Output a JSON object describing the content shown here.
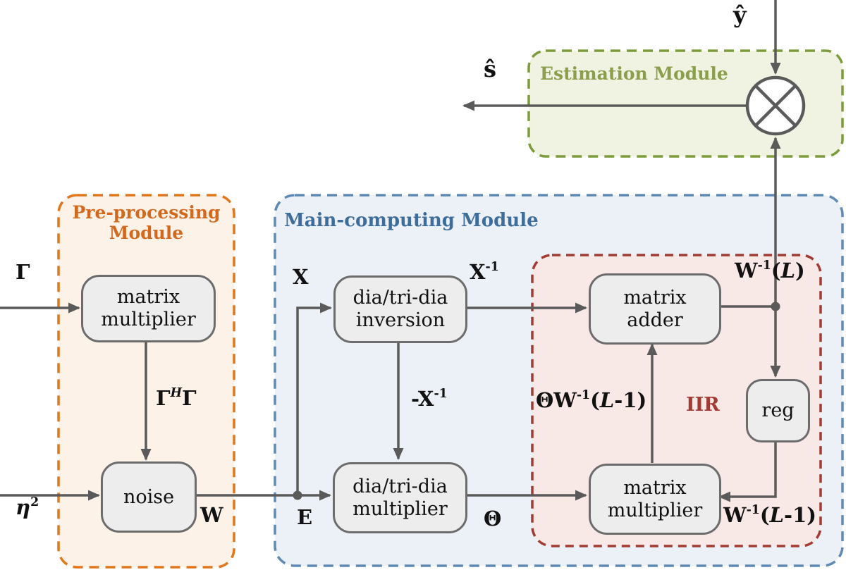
{
  "modules": {
    "preprocessing": {
      "title_lines": [
        "Pre-processing",
        "Module"
      ]
    },
    "main_computing": {
      "title": "Main-computing Module"
    },
    "estimation": {
      "title": "Estimation Module"
    },
    "iir": {
      "label": "IIR"
    }
  },
  "blocks": {
    "pre_matrix_multiplier": {
      "lines": [
        "matrix",
        "multiplier"
      ]
    },
    "noise": {
      "label": "noise"
    },
    "dia_tri_dia_inversion": {
      "lines": [
        "dia/tri-dia",
        "inversion"
      ]
    },
    "dia_tri_dia_multiplier": {
      "lines": [
        "dia/tri-dia",
        "multiplier"
      ]
    },
    "matrix_adder": {
      "lines": [
        "matrix",
        "adder"
      ]
    },
    "reg": {
      "label": "reg"
    },
    "iir_matrix_multiplier": {
      "lines": [
        "matrix",
        "multiplier"
      ]
    }
  },
  "signals": {
    "y_hat": "ŷ",
    "s_hat": "ŝ",
    "gamma_in": "Γ",
    "eta_squared": "<i>η</i><sup>2</sup>",
    "gamma_h_gamma": "Γ<sup><i>H</i></sup>Γ",
    "w_out": "W",
    "x_in": "X",
    "x_inverse": "X<sup>-1</sup>",
    "neg_x_inverse": "-X<sup>-1</sup>",
    "e_branch": "E",
    "theta": "Θ",
    "theta_w_inv_l_minus_1": "ΘW<sup>-1</sup>(<i>L</i>-1)",
    "w_inv_l": "W<sup>-1</sup>(<i>L</i>)",
    "w_inv_l_minus_1": "W<sup>-1</sup>(<i>L</i>-1)"
  },
  "colors": {
    "preprocessing_border": "#e0771c",
    "preprocessing_fill": "#fcf2e7",
    "preprocessing_title": "#d2691f",
    "main_border": "#5e8ab4",
    "main_fill": "#ecf1f7",
    "main_title": "#3d6d9c",
    "estimation_border": "#7c9b3b",
    "estimation_fill": "#f0f3e1",
    "estimation_title": "#8a9e4b",
    "iir_border": "#a23b33",
    "iir_fill": "#f8e9e6",
    "iir_label": "#a23b33",
    "line_gray": "#5a5a5a",
    "block_fill": "#ededed",
    "block_border": "#6c6c6c"
  }
}
